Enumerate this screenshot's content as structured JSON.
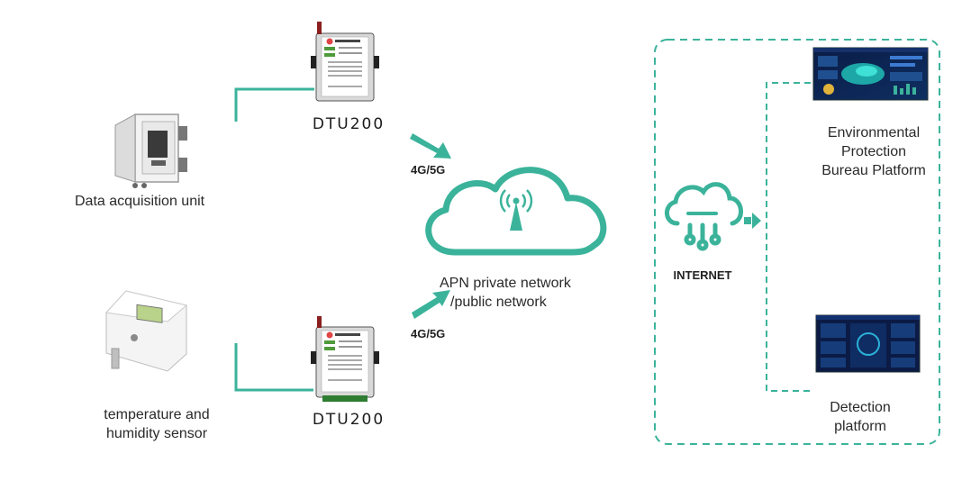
{
  "colors": {
    "teal": "#3bb39b",
    "dark": "#1f1f1f",
    "dtu_green": "#4f9a3a"
  },
  "devices": {
    "dtu_top": {
      "name": "DTU200",
      "icon": "dtu-router"
    },
    "dtu_bottom": {
      "name": "DTU200",
      "icon": "dtu-router"
    },
    "acquisition": {
      "label": "Data acquisition unit",
      "icon": "cabinet"
    },
    "sensor": {
      "label_line1": "temperature and",
      "label_line2": "humidity sensor",
      "icon": "thermo-hygrometer"
    }
  },
  "links": {
    "top_band": "4G/5G",
    "bottom_band": "4G/5G"
  },
  "cloud": {
    "line1": "APN private network",
    "line2": "/public network",
    "icon": "cloud-antenna"
  },
  "internet": {
    "label": "INTERNET",
    "icon": "network-hub"
  },
  "platforms": {
    "environmental": {
      "line1": "Environmental",
      "line2": "Protection",
      "line3": "Bureau Platform",
      "icon": "dashboard-screen"
    },
    "detection": {
      "line1": "Detection",
      "line2": "platform",
      "icon": "dashboard-screen"
    }
  }
}
